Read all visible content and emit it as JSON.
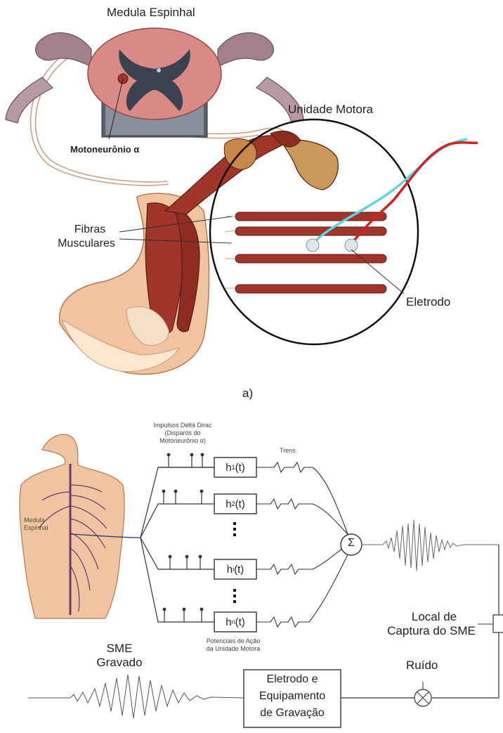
{
  "panel_a": {
    "title_spinal": "Medula Espinhal",
    "motoneuron": "Motoneurônio α",
    "motor_unit": "Unidade Motora",
    "fibers_line1": "Fibras",
    "fibers_line2": "Musculares",
    "electrode": "Eletrodo",
    "caption": "a)"
  },
  "panel_b": {
    "impulses_line1": "Impulsos Delta Dirac",
    "impulses_line2": "(Disparos do",
    "impulses_line3": "Motoneurônio α)",
    "train": "Trens",
    "spinal_label_line1": "Medula",
    "spinal_label_line2": "Espinhal",
    "h1": "h",
    "h1_sub": "1",
    "h2": "h",
    "h2_sub": "2",
    "hi": "h",
    "hi_sub": "i",
    "hn": "h",
    "hn_sub": "n",
    "h_arg": "(t)",
    "sum_symbol": "Σ",
    "potentials_line1": "Potenciais de Ação",
    "potentials_line2": "da Unidade Motora",
    "capture_line1": "Local de",
    "capture_line2": "Captura do SME",
    "sme_line1": "SME",
    "sme_line2": "Gravado",
    "noise": "Ruído",
    "equip_line1": "Eletrodo e",
    "equip_line2": "Equipamento",
    "equip_line3": "de Gravação",
    "ellipsis": "⋮"
  },
  "colors": {
    "muscle": "#a0352b",
    "muscle_dark": "#6e1e17",
    "skin": "#f0c4a0",
    "spinal_pink": "#d98a86",
    "spinal_gray": "#3c4150",
    "wire_cyan": "#5fd3e0",
    "wire_red": "#d42020",
    "nerve": "#c9a0a8"
  }
}
